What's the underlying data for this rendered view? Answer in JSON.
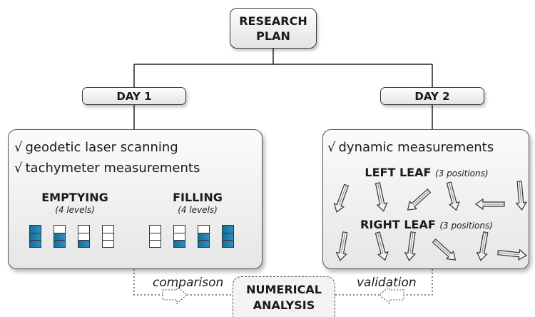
{
  "root": {
    "line1": "RESEARCH",
    "line2": "PLAN"
  },
  "day1": {
    "label": "DAY 1",
    "checks": [
      "geodetic laser scanning",
      "tachymeter measurements"
    ],
    "emptying": {
      "title": "EMPTYING",
      "sub": "(4 levels)",
      "levels": [
        3,
        2,
        1,
        0
      ]
    },
    "filling": {
      "title": "FILLING",
      "sub": "(4 levels)",
      "levels": [
        0,
        1,
        2,
        3
      ]
    }
  },
  "day2": {
    "label": "DAY 2",
    "checks": [
      "dynamic measurements"
    ],
    "left_leaf": {
      "title": "LEFT LEAF",
      "positions": "(3 positions)"
    },
    "right_leaf": {
      "title": "RIGHT LEAF",
      "positions": "(3 positions)"
    }
  },
  "bottom": {
    "line1": "NUMERICAL",
    "line2": "ANALYSIS",
    "left_edge": "comparison",
    "right_edge": "validation"
  },
  "colors": {
    "water": "#1f7aa6",
    "outline": "#3a3a3a"
  },
  "check_symbol": "√"
}
